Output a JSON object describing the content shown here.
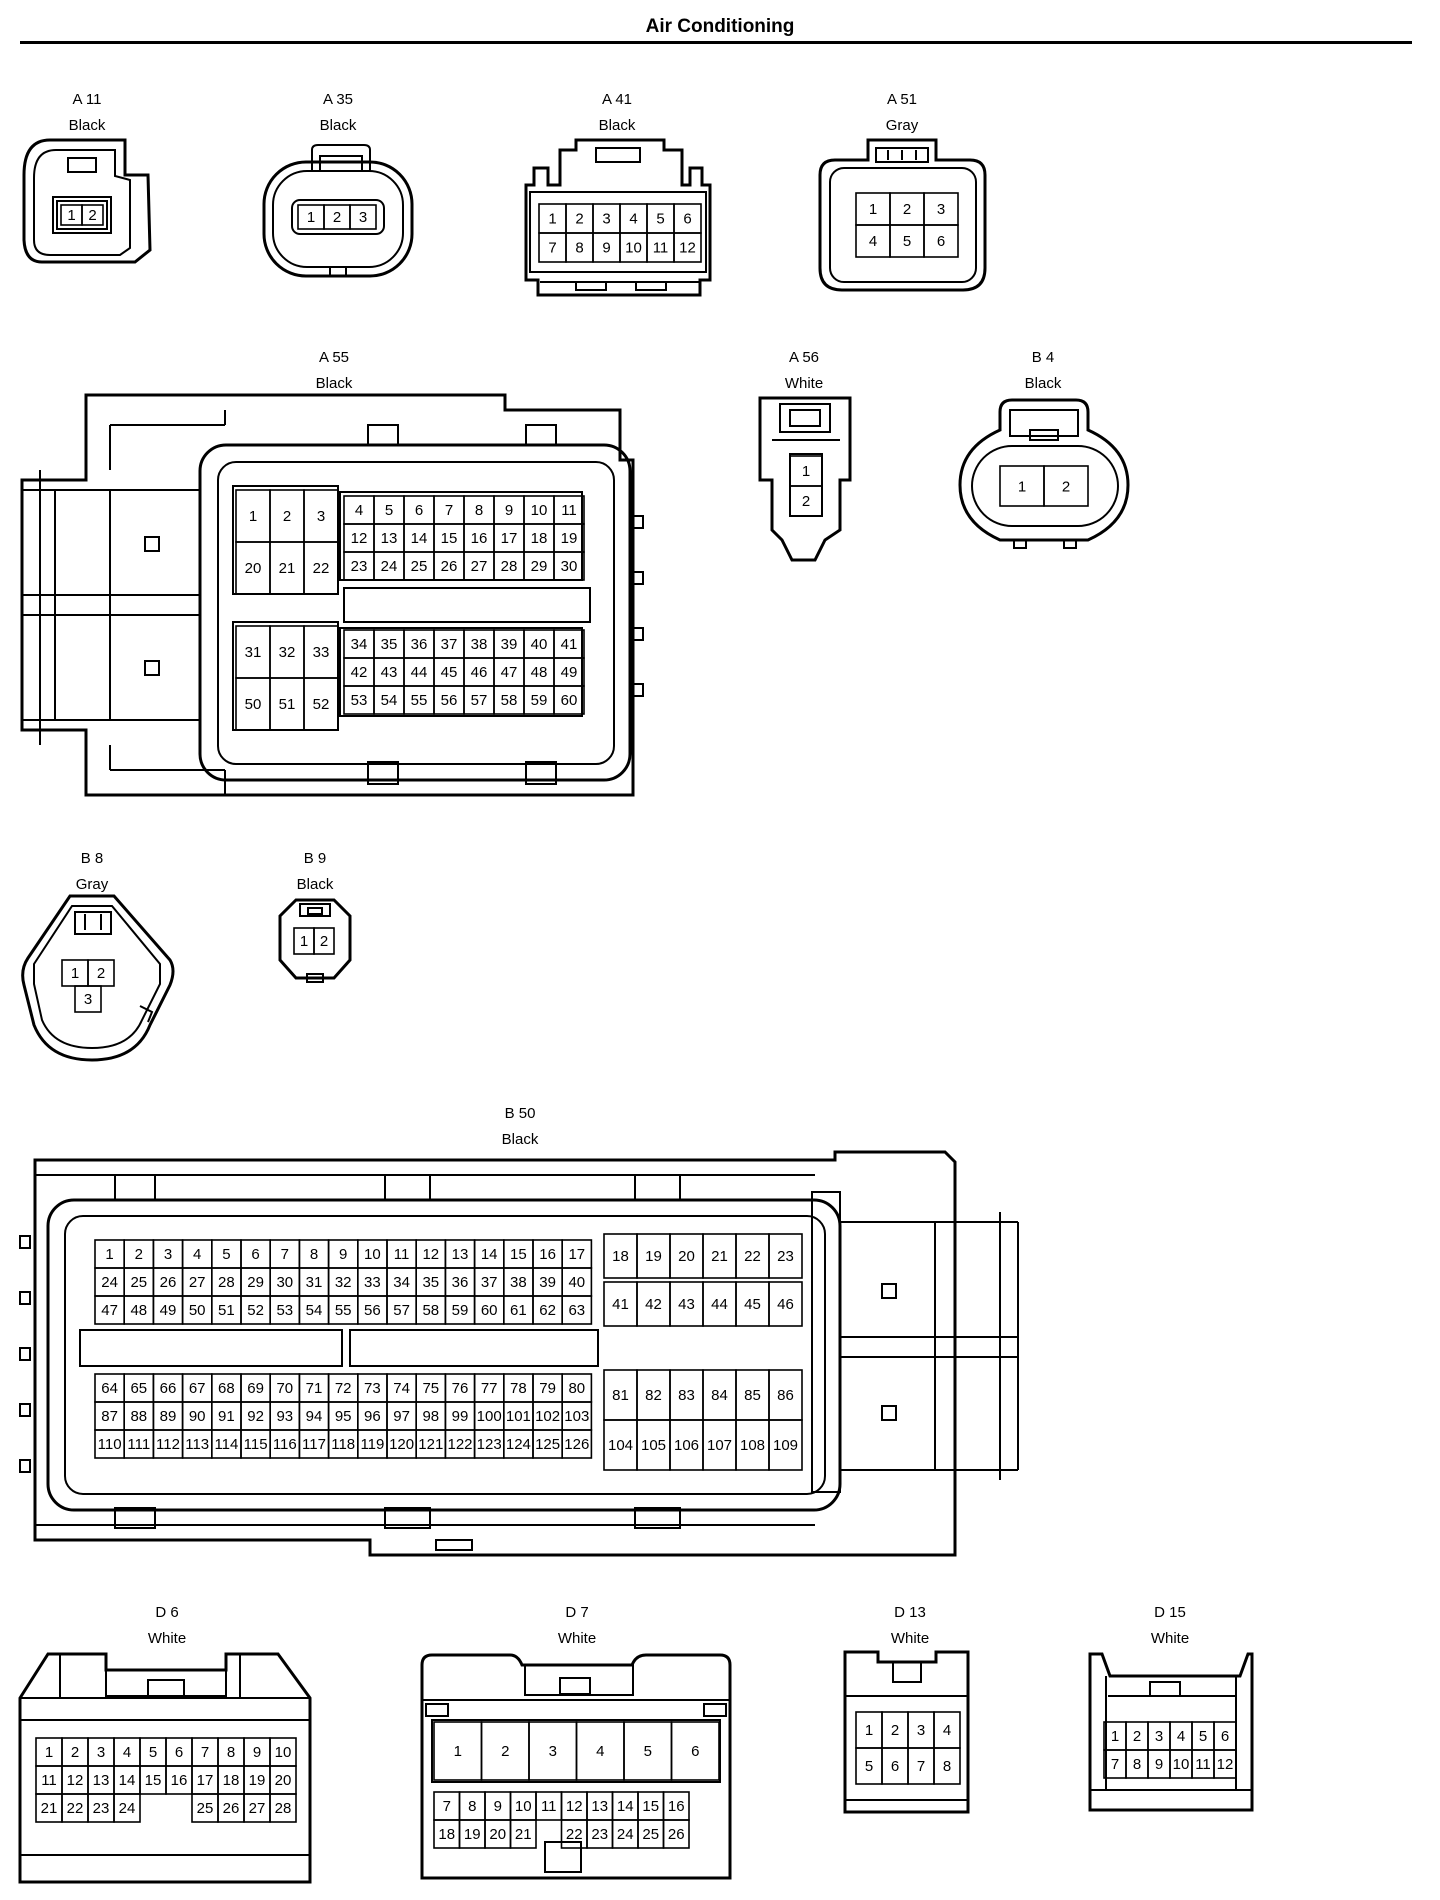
{
  "title": "Air Conditioning",
  "connectors": [
    {
      "id": "A11",
      "name": "A 11",
      "color": "Black",
      "pins": [
        1,
        2
      ]
    },
    {
      "id": "A35",
      "name": "A 35",
      "color": "Black",
      "pins": [
        1,
        2,
        3
      ]
    },
    {
      "id": "A41",
      "name": "A 41",
      "color": "Black",
      "pins": [
        1,
        2,
        3,
        4,
        5,
        6,
        7,
        8,
        9,
        10,
        11,
        12
      ]
    },
    {
      "id": "A51",
      "name": "A 51",
      "color": "Gray",
      "pins": [
        1,
        2,
        3,
        4,
        5,
        6
      ]
    },
    {
      "id": "A55",
      "name": "A 55",
      "color": "Black",
      "pins_range": [
        1,
        60
      ]
    },
    {
      "id": "A56",
      "name": "A 56",
      "color": "White",
      "pins": [
        1,
        2
      ]
    },
    {
      "id": "B4",
      "name": "B 4",
      "color": "Black",
      "pins": [
        1,
        2
      ]
    },
    {
      "id": "B8",
      "name": "B 8",
      "color": "Gray",
      "pins": [
        1,
        2,
        3
      ]
    },
    {
      "id": "B9",
      "name": "B 9",
      "color": "Black",
      "pins": [
        1,
        2
      ]
    },
    {
      "id": "B50",
      "name": "B 50",
      "color": "Black",
      "pins_range": [
        1,
        109
      ]
    },
    {
      "id": "D6",
      "name": "D 6",
      "color": "White",
      "pins_range": [
        1,
        28
      ]
    },
    {
      "id": "D7",
      "name": "D 7",
      "color": "White",
      "pins_range": [
        1,
        26
      ]
    },
    {
      "id": "D13",
      "name": "D 13",
      "color": "White",
      "pins": [
        1,
        2,
        3,
        4,
        5,
        6,
        7,
        8
      ]
    },
    {
      "id": "D15",
      "name": "D 15",
      "color": "White",
      "pins": [
        1,
        2,
        3,
        4,
        5,
        6,
        7,
        8,
        9,
        10,
        11,
        12
      ]
    }
  ]
}
